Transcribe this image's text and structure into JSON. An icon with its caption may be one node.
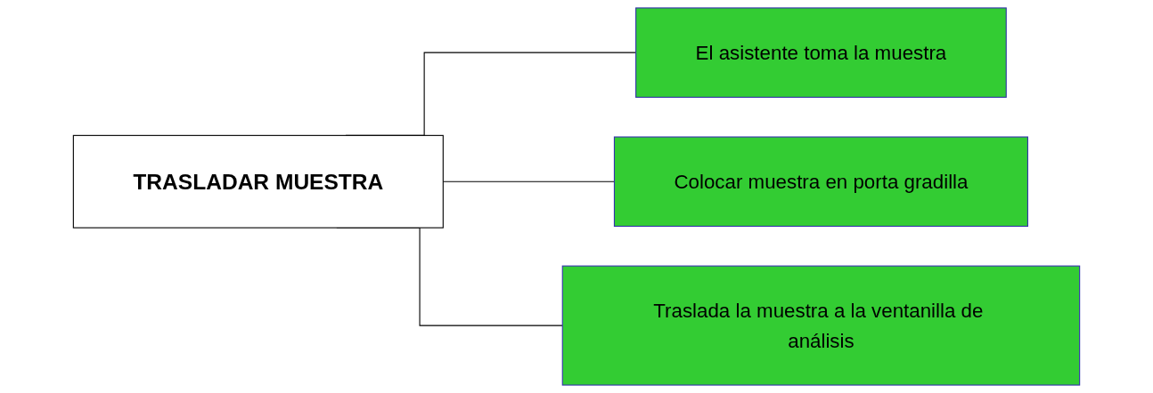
{
  "diagram": {
    "nodes": [
      {
        "text": [
          "TRASLADAR MUESTRA"
        ]
      },
      {
        "text": [
          "El asistente toma la muestra"
        ]
      },
      {
        "text": [
          "Colocar muestra en porta gradilla"
        ]
      },
      {
        "text": [
          "Traslada la muestra a la ventanilla de análisis"
        ]
      }
    ],
    "edges": [
      {
        "from": 0,
        "to": 1,
        "arrow": "none"
      },
      {
        "from": 0,
        "to": 2,
        "arrow": "none"
      },
      {
        "from": 0,
        "to": 3,
        "arrow": "none"
      }
    ]
  }
}
